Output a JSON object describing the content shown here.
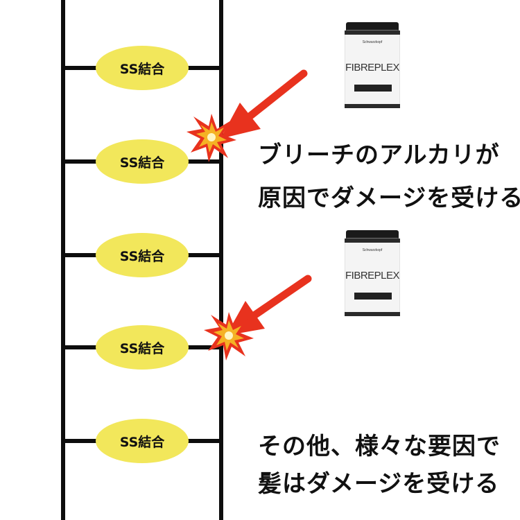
{
  "bond_label": "SS結合",
  "bonds": [
    {
      "label": "SS結合"
    },
    {
      "label": "SS結合"
    },
    {
      "label": "SS結合"
    },
    {
      "label": "SS結合"
    },
    {
      "label": "SS結合"
    }
  ],
  "products": [
    {
      "brand": "Schwarzkopf",
      "name": "FIBREPLEX"
    },
    {
      "brand": "Schwarzkopf",
      "name": "FIBREPLEX"
    }
  ],
  "captions": {
    "bleach_line1": "ブリーチのアルカリが",
    "bleach_line2": "原因でダメージを受ける",
    "other_line1": "その他、様々な要因で",
    "other_line2": "髪はダメージを受ける"
  },
  "colors": {
    "bond_fill": "#f2e75b",
    "ladder": "#0d0d0d",
    "arrow": "#e8321e",
    "burst": "#f5b224"
  },
  "icons": [
    "red-arrow-icon",
    "explosion-burst-icon",
    "product-tub-icon"
  ]
}
